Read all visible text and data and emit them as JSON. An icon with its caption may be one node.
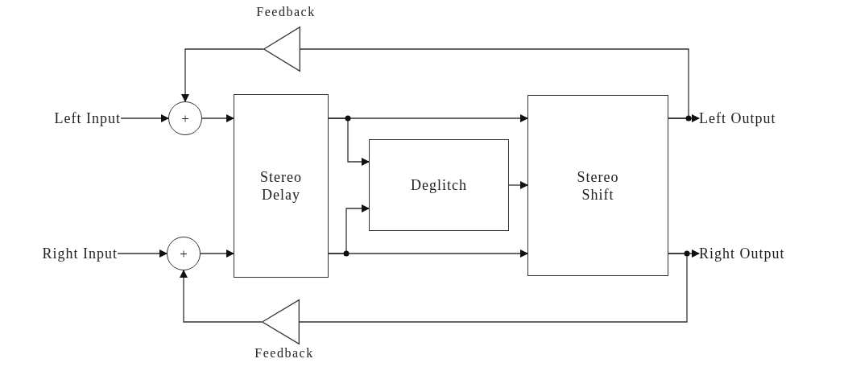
{
  "diagram": {
    "nodes": [
      {
        "text": [
          "Left Input"
        ]
      },
      {
        "text": [
          "Right Input"
        ]
      },
      {
        "text": [
          "+"
        ]
      },
      {
        "text": [
          "+"
        ]
      },
      {
        "text": [
          "Stereo Delay"
        ]
      },
      {
        "text": [
          "Deglitch"
        ]
      },
      {
        "text": [
          "Stereo Shift"
        ]
      },
      {
        "text": [
          "Left Output"
        ]
      },
      {
        "text": [
          "Right Output"
        ]
      },
      {
        "text": [],
        "shape": "triangle",
        "beside": [
          "Feedback"
        ]
      },
      {
        "text": [],
        "shape": "triangle",
        "beside": [
          "Feedback"
        ]
      }
    ],
    "edges": [
      {
        "from": 0,
        "to": 2,
        "arrow": "to"
      },
      {
        "from": 1,
        "to": 3,
        "arrow": "to"
      },
      {
        "from": 2,
        "to": 4,
        "arrow": "to"
      },
      {
        "from": 3,
        "to": 4,
        "arrow": "to"
      },
      {
        "from": 4,
        "to": 6,
        "arrow": "to"
      },
      {
        "from": 4,
        "to": 5,
        "arrow": "to"
      },
      {
        "from": 4,
        "to": 6,
        "arrow": "to"
      },
      {
        "from": 4,
        "to": 5,
        "arrow": "to"
      },
      {
        "from": 5,
        "to": 6,
        "arrow": "to"
      },
      {
        "from": 6,
        "to": 7,
        "arrow": "to"
      },
      {
        "from": 6,
        "to": 9,
        "arrow": "none"
      },
      {
        "from": 9,
        "to": 2,
        "arrow": "to"
      },
      {
        "from": 6,
        "to": 8,
        "arrow": "to"
      },
      {
        "from": 6,
        "to": 10,
        "arrow": "none"
      },
      {
        "from": 10,
        "to": 3,
        "arrow": "to"
      }
    ]
  }
}
